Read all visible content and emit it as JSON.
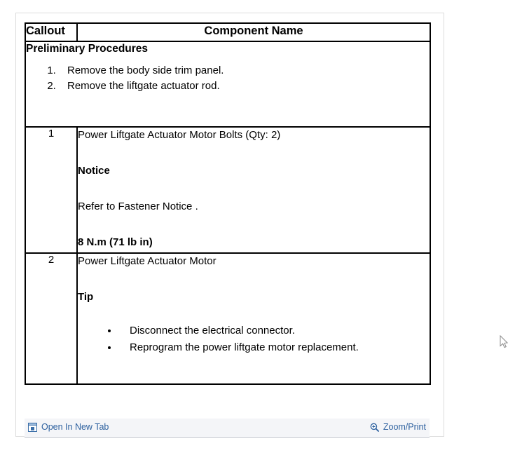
{
  "table": {
    "headers": {
      "callout": "Callout",
      "component_name": "Component Name"
    },
    "preliminary": {
      "heading": "Preliminary Procedures",
      "steps": [
        "Remove the body side trim panel.",
        "Remove the liftgate actuator rod."
      ]
    },
    "rows": [
      {
        "callout": "1",
        "title": "Power Liftgate Actuator Motor Bolts (Qty: 2)",
        "subheading": "Notice",
        "body": "Refer to Fastener Notice .",
        "torque": "8 N.m (71 lb in)"
      },
      {
        "callout": "2",
        "title": "Power Liftgate Actuator Motor",
        "subheading": "Tip",
        "bullets": [
          "Disconnect the electrical connector.",
          "Reprogram the power liftgate motor replacement."
        ]
      }
    ]
  },
  "footer": {
    "open_new_tab": {
      "label": "Open In New Tab",
      "icon": "open-in-new-window-icon"
    },
    "zoom_print": {
      "label": "Zoom/Print",
      "icon": "magnifier-plus-icon"
    }
  },
  "colors": {
    "link": "#2b5f9e",
    "table_border": "#000000",
    "panel_border": "#dcdcdc",
    "footer_background": "#f4f5f8",
    "page_background": "#ffffff"
  }
}
